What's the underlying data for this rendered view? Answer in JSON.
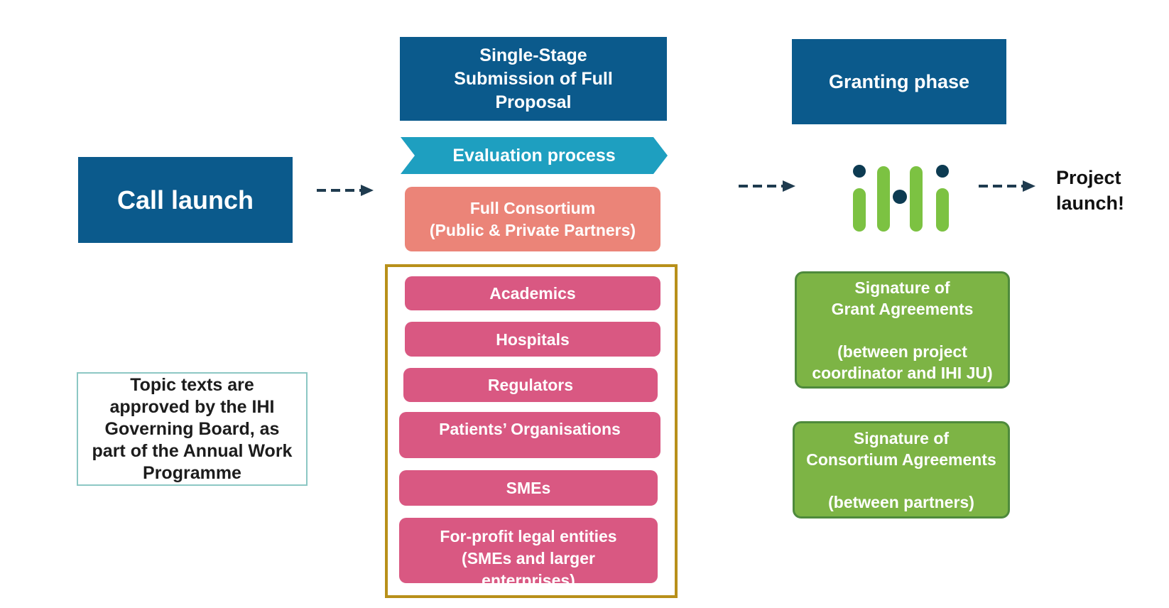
{
  "call_launch": "Call launch",
  "submission": {
    "title_line1": "Single-Stage",
    "title_line2": "Submission of Full",
    "title_line3": "Proposal"
  },
  "evaluation": "Evaluation process",
  "consortium": {
    "line1": "Full Consortium",
    "line2": "(Public & Private Partners)"
  },
  "partners": [
    "Academics",
    "Hospitals",
    "Regulators",
    "Patients’ Organisations",
    "SMEs",
    "For-profit legal entities\n(SMEs and larger\nenterprises)"
  ],
  "topic_note": {
    "line1": "Topic texts are",
    "line2": "approved by the IHI",
    "line3": "Governing Board, as",
    "line4": "part of the Annual Work",
    "line5": "Programme"
  },
  "granting_phase": "Granting phase",
  "logo": {
    "text": "ihi",
    "color_dark": "#0d3b52",
    "color_green": "#7cc242"
  },
  "grant_agreements": {
    "line1": "Signature of",
    "line2": "Grant Agreements",
    "line3": "(between project",
    "line4": "coordinator and IHI JU)"
  },
  "consortium_agreements": {
    "line1": "Signature of",
    "line2": "Consortium Agreements",
    "line3": "(between partners)"
  },
  "project_launch": {
    "line1": "Project",
    "line2": "launch!"
  },
  "colors": {
    "navy": "#0b5a8c",
    "teal": "#1e9fc0",
    "salmon": "#eb8478",
    "pink": "#d95882",
    "green": "#7db445",
    "gold_border": "#b8901a",
    "arrow": "#1f3b4f"
  }
}
